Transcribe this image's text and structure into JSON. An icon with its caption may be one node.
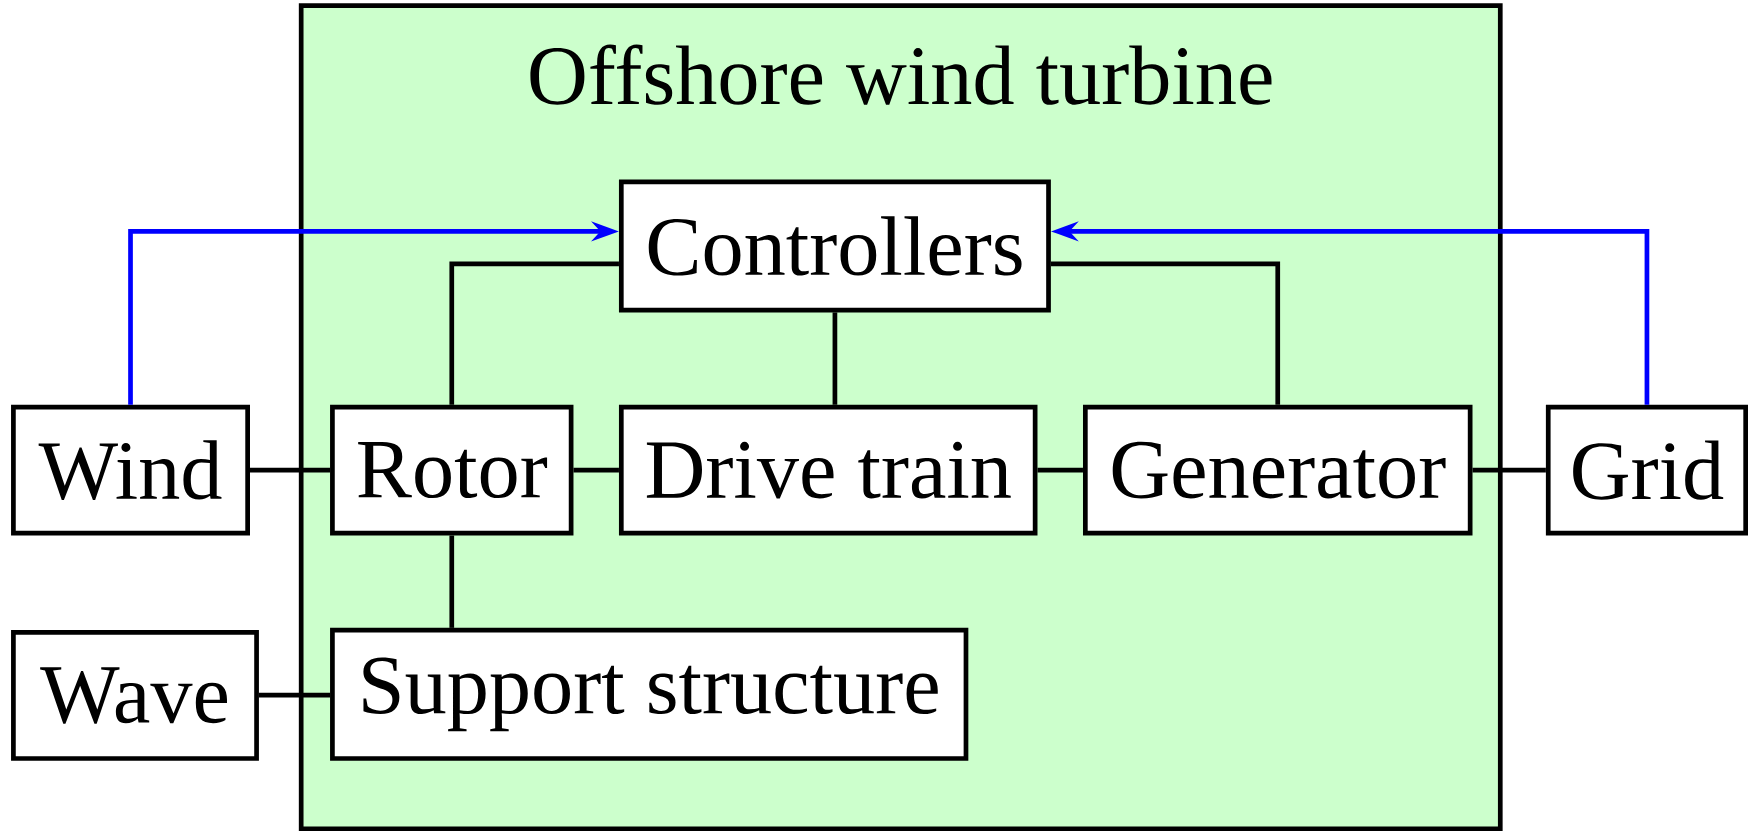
{
  "diagram": {
    "nodes": [
      {
        "text": [
          "Offshore wind turbine"
        ]
      },
      {
        "text": [
          "Controllers"
        ],
        "in": 0
      },
      {
        "text": [
          "Wind"
        ]
      },
      {
        "text": [
          "Rotor"
        ],
        "in": 0
      },
      {
        "text": [
          "Drive train"
        ],
        "in": 0
      },
      {
        "text": [
          "Generator"
        ],
        "in": 0
      },
      {
        "text": [
          "Grid"
        ]
      },
      {
        "text": [
          "Wave"
        ]
      },
      {
        "text": [
          "Support structure"
        ],
        "in": 0
      }
    ],
    "edges": [
      {
        "from": 2,
        "to": 3,
        "arrow": "none"
      },
      {
        "from": 3,
        "to": 4,
        "arrow": "none"
      },
      {
        "from": 4,
        "to": 5,
        "arrow": "none"
      },
      {
        "from": 5,
        "to": 6,
        "arrow": "none"
      },
      {
        "from": 7,
        "to": 8,
        "arrow": "none"
      },
      {
        "from": 3,
        "to": 8,
        "arrow": "none"
      },
      {
        "from": 3,
        "to": 1,
        "arrow": "none"
      },
      {
        "from": 1,
        "to": 4,
        "arrow": "none"
      },
      {
        "from": 5,
        "to": 1,
        "arrow": "none"
      },
      {
        "from": 2,
        "to": 1,
        "arrow": "to",
        "color": "#0000ff"
      },
      {
        "from": 6,
        "to": 1,
        "arrow": "to",
        "color": "#0000ff"
      }
    ]
  }
}
